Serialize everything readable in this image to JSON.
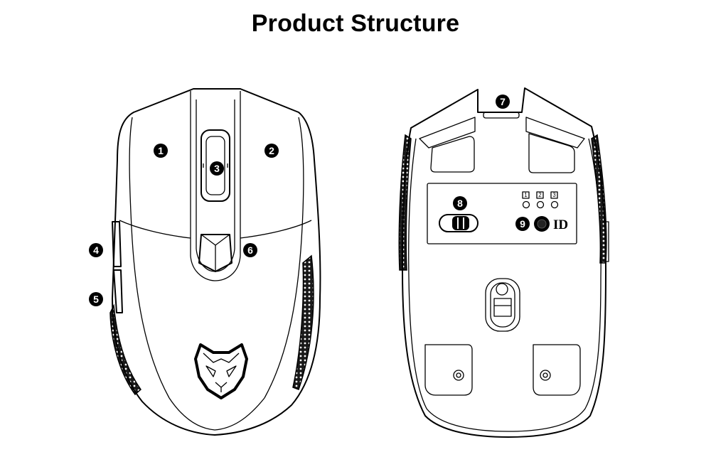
{
  "title": "Product Structure",
  "markers": [
    "1",
    "2",
    "3",
    "4",
    "5",
    "6",
    "7",
    "8",
    "9"
  ],
  "dpi_labels": [
    "1",
    "2",
    "3"
  ],
  "id_label": "ID",
  "icons": [
    "mouse-top-view-icon",
    "mouse-bottom-view-icon",
    "panther-logo-icon"
  ]
}
